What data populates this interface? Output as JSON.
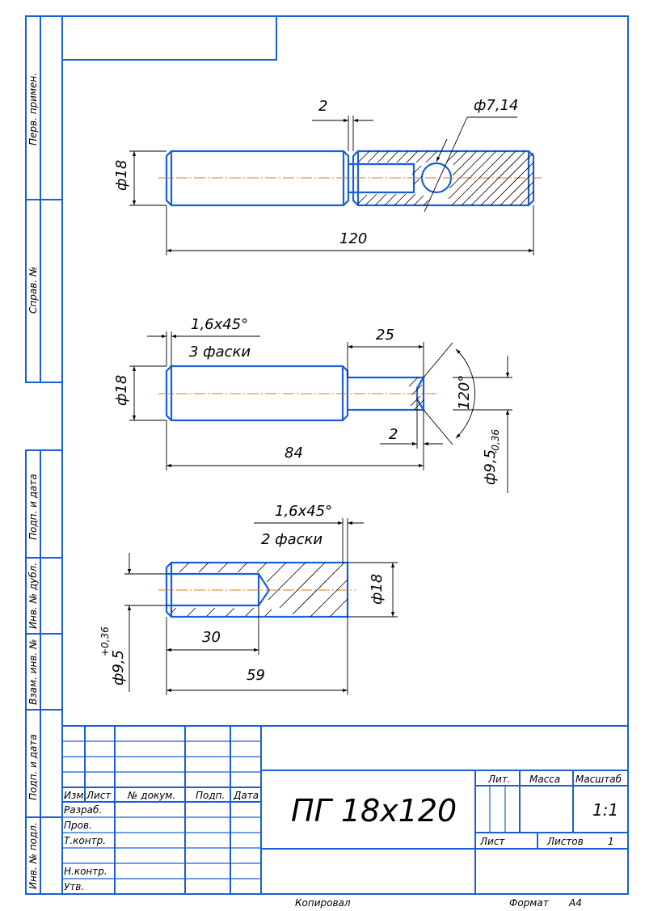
{
  "drawing": {
    "title": "ПГ 18х120",
    "scale": "1:1",
    "sheet_no": "1",
    "sheet_label": "Лист",
    "sheets_label": "Листов",
    "lit_label": "Лит.",
    "mass_label": "Масса",
    "scale_label": "Масштаб",
    "copied_label": "Копировал",
    "format_label": "Формат",
    "format_value": "А4"
  },
  "side_stamps": [
    "Перв. примен.",
    "Справ. №",
    "Подп. и дата",
    "Инв. № дубл.",
    "Взам. инв. №",
    "Подп. и дата",
    "Инв. № подл."
  ],
  "title_block": {
    "header": [
      "Изм.",
      "Лист",
      "№ докум.",
      "Подп.",
      "Дата"
    ],
    "roles": [
      "Разраб.",
      "Пров.",
      "Т.контр.",
      "",
      "Н.контр.",
      "Утв."
    ]
  },
  "views": {
    "view1": {
      "slot_width": "2",
      "hole_dia": "ф7,14",
      "dia": "ф18",
      "length": "120"
    },
    "view2": {
      "chamfer": "1,6х45°",
      "chamfers_note": "3 фаски",
      "dia": "ф18",
      "pin_length": "25",
      "angle": "120°",
      "small_len": "2",
      "length": "84",
      "pin_dia": "ф9,5",
      "pin_tol": "-0,36"
    },
    "view3": {
      "chamfer": "1,6х45°",
      "chamfers_note": "2 фаски",
      "dia": "ф18",
      "hole_dia": "ф9,5",
      "hole_tol": "+0,36",
      "hole_depth": "30",
      "length": "59"
    }
  }
}
